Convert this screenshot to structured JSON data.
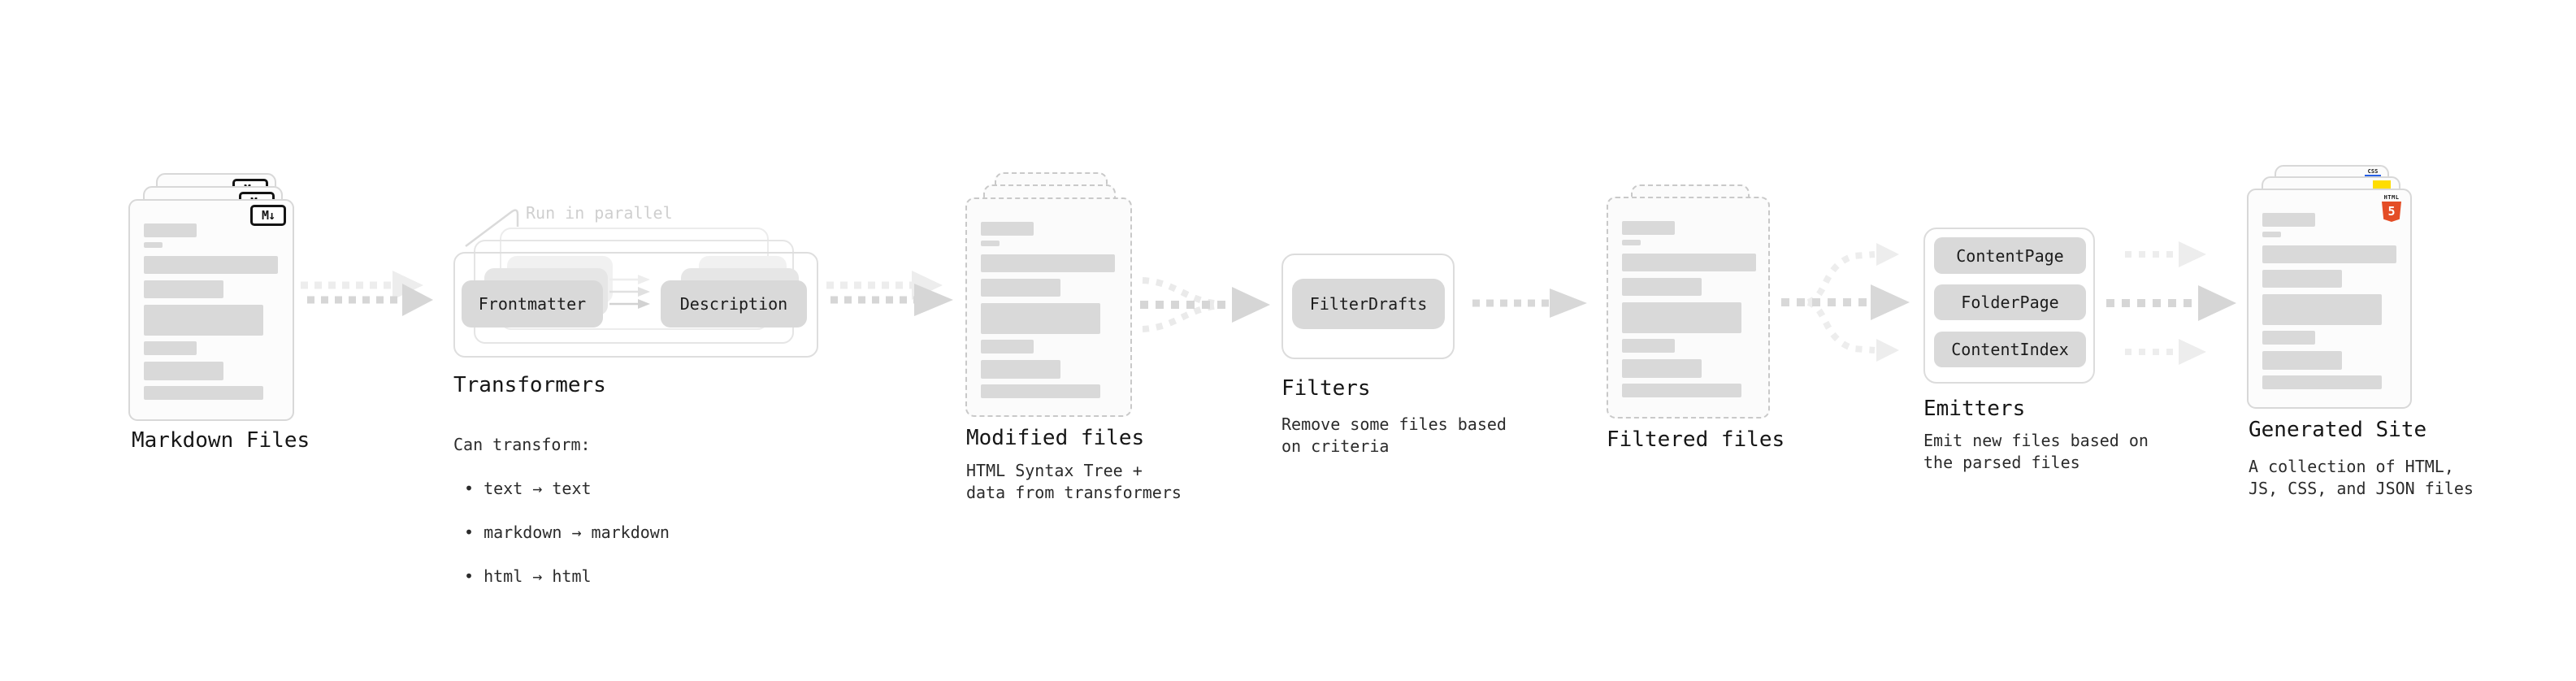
{
  "diagram": {
    "stages": [
      {
        "id": "markdown-files",
        "label": "Markdown Files"
      },
      {
        "id": "transformers",
        "label": "Transformers",
        "note": "Run in parallel",
        "pills": [
          "Frontmatter",
          "Description"
        ],
        "desc_lines": [
          "Can transform:",
          "• text → text",
          "• markdown → markdown",
          "• html → html"
        ]
      },
      {
        "id": "modified-files",
        "label": "Modified files",
        "desc": "HTML Syntax Tree +\ndata from transformers"
      },
      {
        "id": "filters",
        "label": "Filters",
        "pills": [
          "FilterDrafts"
        ],
        "desc": "Remove some files based\non criteria"
      },
      {
        "id": "filtered-files",
        "label": "Filtered files"
      },
      {
        "id": "emitters",
        "label": "Emitters",
        "pills": [
          "ContentPage",
          "FolderPage",
          "ContentIndex"
        ],
        "desc": "Emit new files based on\nthe parsed files"
      },
      {
        "id": "generated-site",
        "label": "Generated Site",
        "desc": "A collection of HTML,\nJS, CSS, and JSON files"
      }
    ],
    "file_badges": {
      "markdown": "M↓",
      "css": "CSS",
      "html": "HTML",
      "html5_number": "5"
    },
    "colors": {
      "html5_orange": "#e44d26",
      "css_blue": "#2760e6",
      "js_yellow": "#ffdd00",
      "skeleton_gray": "#d9d9d9",
      "pill_gray": "#d9d9d9",
      "card_border": "#d8d8d8",
      "dashed_border": "#c9c9c9",
      "arrow_gray": "#d6d6d6",
      "arrow_light": "#ededed",
      "note_gray": "#cfcfcf",
      "text_dark": "#161616"
    }
  }
}
